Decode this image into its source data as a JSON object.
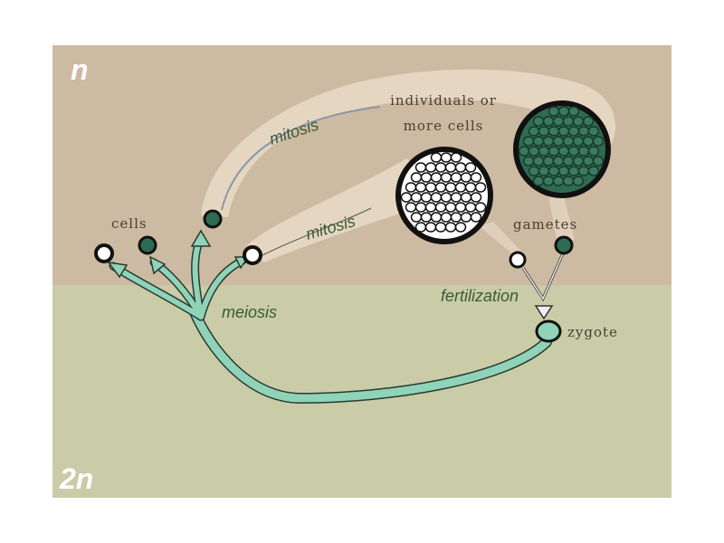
{
  "labels": {
    "haploid": "n",
    "diploid": "2n",
    "cells": "cells",
    "individuals_line1": "individuals or",
    "individuals_line2": "more cells",
    "mitosis_upper": "mitosis",
    "mitosis_lower": "mitosis",
    "gametes": "gametes",
    "fertilization": "fertilization",
    "meiosis": "meiosis",
    "zygote": "zygote"
  },
  "colors": {
    "haploid_bg": "#cdbaa2",
    "diploid_bg": "#c9cca7",
    "band": "#e8d9c4",
    "dark_green_cell": "#2f6a52",
    "zygote_aqua": "#8fd3b8",
    "label_green": "#3c5a34"
  }
}
